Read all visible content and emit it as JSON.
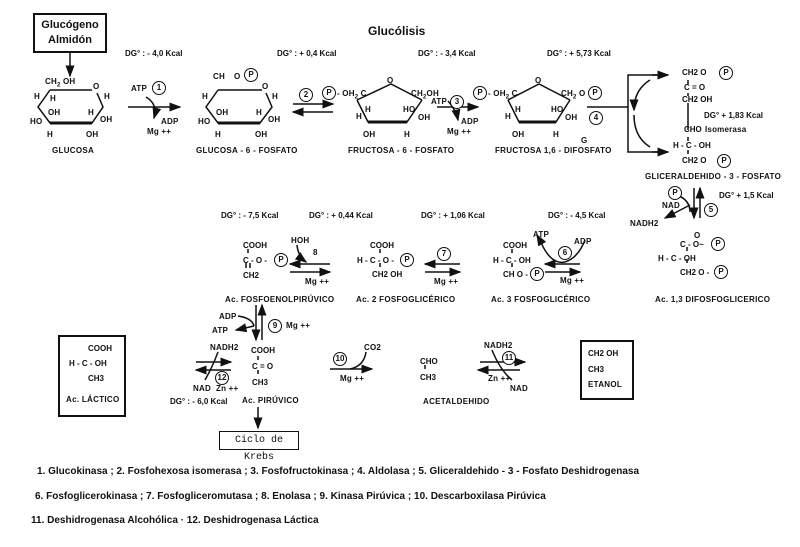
{
  "title": "Glucólisis",
  "start_box": {
    "line1": "Glucógeno",
    "line2": "Almidón"
  },
  "molecules": {
    "glucosa": "GLUCOSA",
    "glucosa6p": "GLUCOSA - 6 - FOSFATO",
    "fructosa6p": "FRUCTOSA - 6 - FOSFATO",
    "fructosa16dp": "FRUCTOSA 1,6 - DIFOSFATO",
    "gliceraldehido3p": "GLICERALDEHIDO - 3 - FOSFATO",
    "ac13dpg": "Ac. 1,3 DIFOSFOGLICERICO",
    "ac3pg": "Ac. 3 FOSFOGLICÉRICO",
    "ac2pg": "Ac. 2 FOSFOGLICÉRICO",
    "pep": "Ac. FOSFOENOLPIRÚVICO",
    "piruvico": "Ac. PIRÚVICO",
    "acetaldehido": "ACETALDEHIDO",
    "lactico": "Ac. LÁCTICO",
    "etanol": "ETANOL",
    "krebs": "Ciclo de Krebs"
  },
  "delta_g": {
    "r1": "DG° : - 4,0 Kcal",
    "r2": "DG° : + 0,4 Kcal",
    "r3": "DG° : - 3,4 Kcal",
    "r4": "DG° : + 5,73 Kcal",
    "isomerasa": "DG° + 1,83 Kcal",
    "r5": "DG° + 1,5 Kcal",
    "r6": "DG° : - 4,5 Kcal",
    "r7": "DG° : + 1,06 Kcal",
    "r8": "DG° : + 0,44 Kcal",
    "r9": "DG° : - 7,5 Kcal",
    "r12": "DG° : - 6,0 Kcal"
  },
  "cofactors": {
    "atp": "ATP",
    "adp": "ADP",
    "mg": "Mg ++",
    "zn": "Zn ++",
    "nad": "NAD",
    "nadh2": "NADH2",
    "hoh": "HOH",
    "co2": "CO2",
    "p": "P",
    "isomerasa": "Isomerasa",
    "g": "G"
  },
  "step_numbers": [
    "1",
    "2",
    "3",
    "4",
    "5",
    "6",
    "7",
    "8",
    "9",
    "10",
    "11",
    "12"
  ],
  "formulas": {
    "dhap": [
      "CH2 O",
      "C = O",
      "CH2 OH"
    ],
    "g3p": [
      "CHO",
      "H - C - OH",
      "CH2 O"
    ],
    "dpg13": [
      "O",
      "C - O~",
      "H - C - OH",
      "CH2 O -"
    ],
    "pg3": [
      "COOH",
      "H - C - OH",
      "CH   O -"
    ],
    "pg2": [
      "COOH",
      "H - C - O -",
      "CH2 OH"
    ],
    "pep": [
      "COOH",
      "C - O -",
      "CH2"
    ],
    "piruvico": [
      "COOH",
      "C = O",
      "CH3"
    ],
    "acetaldehido": [
      "CHO",
      "CH3"
    ],
    "lactico": [
      "COOH",
      "H - C - OH",
      "CH3"
    ],
    "etanol": [
      "CH2 OH",
      "CH3"
    ]
  },
  "legend": [
    "1. Glucokinasa ;  2. Fosfohexosa isomerasa ;  3. Fosfofructokinasa ;  4. Aldolasa ;  5. Gliceraldehido - 3 - Fosfato Deshidrogenasa",
    "6. Fosfoglicerokinasa ;  7. Fosfogliceromutasa ;  8. Enolasa ;  9. Kinasa Pirúvica ;  10. Descarboxilasa Pirúvica",
    "11. Deshidrogenasa Alcohólica ·  12. Deshidrogenasa Láctica"
  ]
}
